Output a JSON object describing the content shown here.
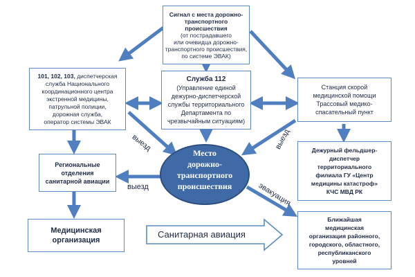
{
  "signal": {
    "title": [
      "Сигнал с места дорожно-",
      "транспортного",
      "происшествия"
    ],
    "sub": [
      "(от пострадавшего",
      "или очевидца дорожно-",
      "транспортного происшествия,",
      "по системе ЭВАК)"
    ]
  },
  "services": {
    "line1": "101, 102, 103,",
    "line1_rest": " диспетчерская",
    "lines": [
      "служба Национального",
      "координационного центра",
      "экстренной медицины,",
      "патрульной полиции,",
      "дорожная служба,",
      "оператор системы ЭВАК"
    ]
  },
  "service112": {
    "title": "Служба 112",
    "lines": [
      "(Управление единой",
      "дежурно-диспетчерской",
      "службы территориального",
      "Департамента по",
      "чрезвычайным ситуациям)"
    ]
  },
  "ambulance": {
    "lines": [
      "Станция скорой",
      "медицинской помощи"
    ],
    "lines2": [
      "Трассовый медико-",
      "спасательный пункт"
    ]
  },
  "regional": {
    "lines": [
      "Региональные",
      "отделения",
      "санитарной авиации"
    ]
  },
  "medical": {
    "lines": [
      "Медицинская",
      "организация"
    ]
  },
  "dispatcher": {
    "lines": [
      "Дежурный фельдшер-",
      "диспетчер",
      "территориального",
      "филиала ГУ «Центр",
      "медицины катастроф»",
      "КЧС МВД РК"
    ]
  },
  "nearest": {
    "lines": [
      "Ближайшая",
      "медицинская",
      "организация районного,",
      "городского, областного,",
      "республиканского",
      "уровней"
    ]
  },
  "center": {
    "lines": [
      "Место",
      "дорожно-",
      "транспортного",
      "происшествия"
    ]
  },
  "labels": {
    "exit_left": "выезд",
    "exit_middle": "выезд",
    "exit_right": "выезд",
    "evacuation": "эвакуация",
    "sanitary": "Санитарная авиация"
  },
  "colors": {
    "arrow": "#4f7fc0",
    "ellipse_fill": "#3f6aa6",
    "ellipse_stroke": "#2c4f80",
    "border": "#5b8bc2"
  }
}
